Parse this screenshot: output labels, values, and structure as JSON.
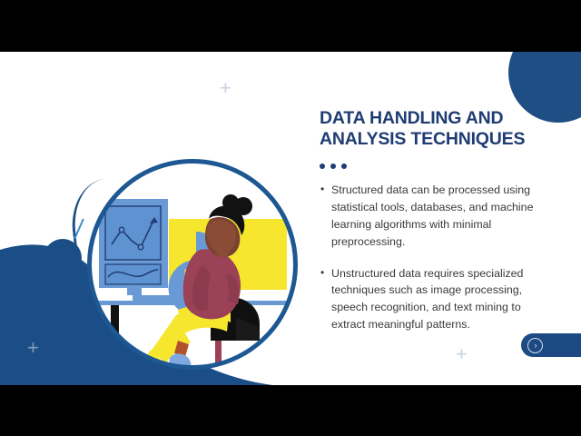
{
  "slide": {
    "title": "DATA HANDLING AND ANALYSIS TECHNIQUES",
    "divider_dots": [
      "dot",
      "dot",
      "dot"
    ],
    "bullets": [
      "Structured data can be processed using statistical tools, databases, and machine learning algorithms with minimal preprocessing.",
      "Unstructured data requires specialized techniques such as image processing, speech recognition, and text mining to extract meaningful patterns."
    ],
    "next_button": {
      "icon": "chevron-right-icon",
      "glyph": "›",
      "label": ""
    },
    "decorations": {
      "plus_marks": [
        "+",
        "+",
        "+"
      ],
      "corner_circle": "navy-circle",
      "blob": "navy-blob"
    },
    "illustration": {
      "name": "woman-analyzing-data-illustration",
      "monitor_chart": "line-chart",
      "wall_chart": "pie-chart",
      "elements": [
        "desk",
        "monitor",
        "keyboard",
        "chair",
        "person"
      ]
    },
    "colors": {
      "accent_navy": "#1d4a82",
      "title_navy": "#1f3c73",
      "body_gray": "#3a3a3c",
      "yellow": "#f6e62e",
      "maroon": "#9b4256",
      "light_blue": "#6a9ad6",
      "shoe_blue": "#7fa8de",
      "plus_gray": "#c8d3e2",
      "letterbox": "#000000",
      "slide_bg": "#ffffff"
    }
  }
}
